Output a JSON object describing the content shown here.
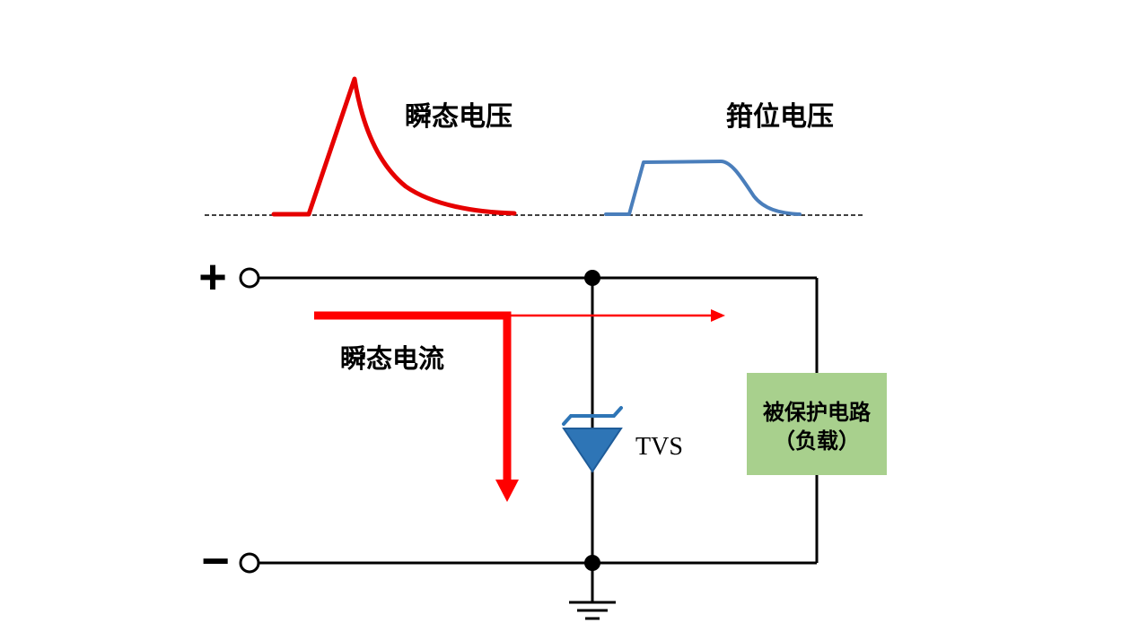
{
  "diagram": {
    "title_implied": "TVS transient voltage suppression circuit",
    "labels": {
      "transient_voltage": "瞬态电压",
      "clamping_voltage": "箝位电压",
      "transient_current": "瞬态电流",
      "tvs": "TVS",
      "protected_circuit_line1": "被保护电路",
      "protected_circuit_line2": "（负载）",
      "plus_terminal": "+",
      "minus_terminal": "−"
    },
    "colors": {
      "transient_wave": "#e60000",
      "clamp_wave": "#4a7ebb",
      "current_arrow": "#ff0000",
      "tvs_fill": "#2e75b6",
      "tvs_stroke": "#1f5c99",
      "protected_box_fill": "#a8d08d",
      "wire": "#000000",
      "background": "#ffffff"
    }
  }
}
